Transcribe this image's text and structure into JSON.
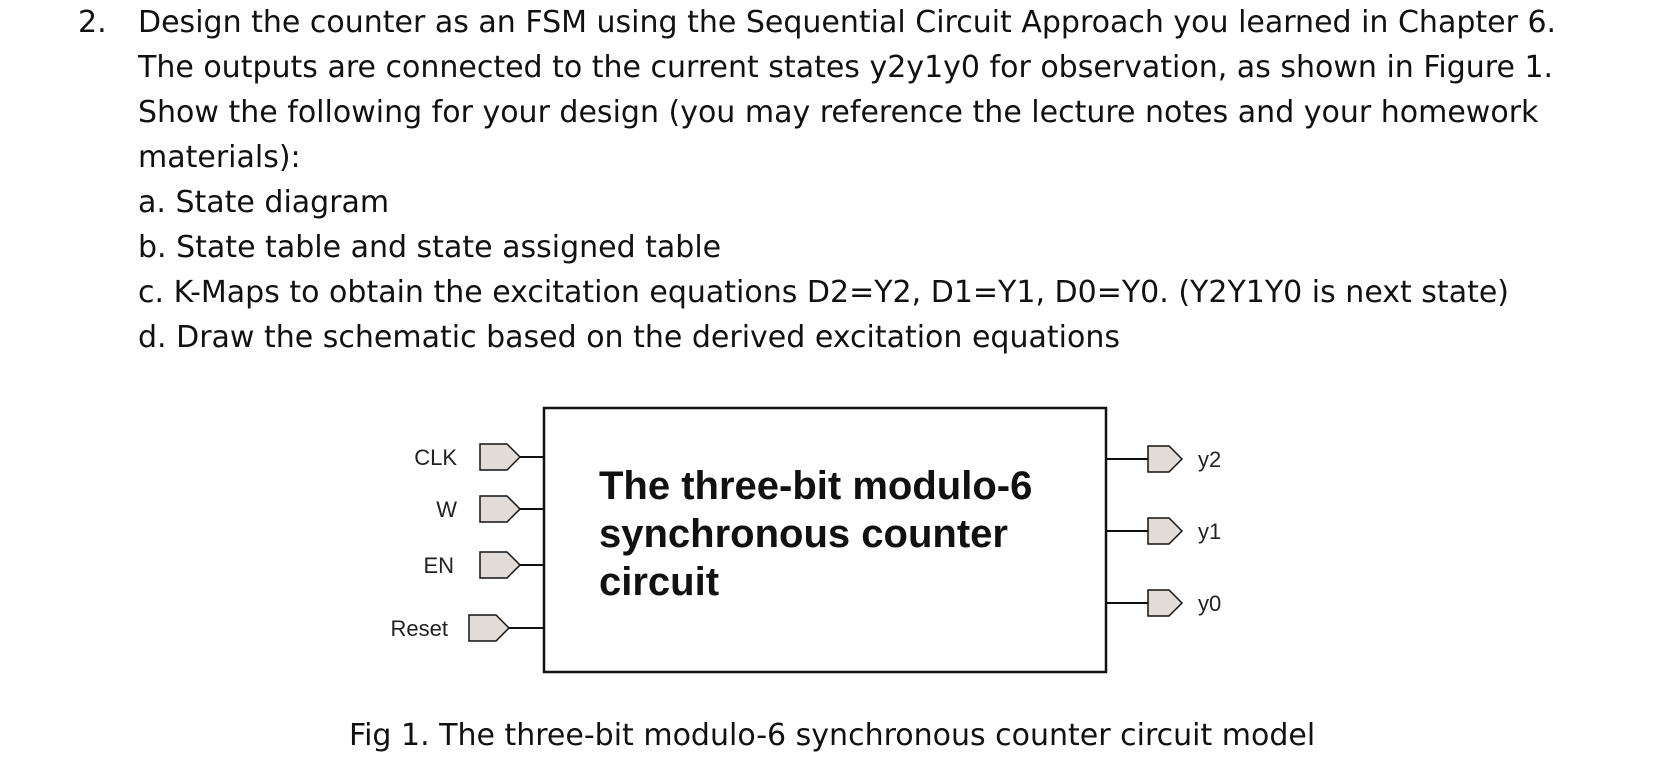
{
  "problem": {
    "number": "2.",
    "intro": "Design the counter as an FSM using the Sequential Circuit Approach you learned in Chapter 6. The outputs are connected to the current states y2y1y0 for observation, as shown in Figure 1. Show the following for your design (you may reference the lecture notes and your homework materials):",
    "items": [
      "a. State diagram",
      "b. State table and state assigned table",
      "c. K-Maps to obtain the excitation equations D2=Y2, D1=Y1, D0=Y0. (Y2Y1Y0 is next state)",
      "d. Draw the schematic based on the derived excitation equations"
    ]
  },
  "figure": {
    "block_label": "The three-bit modulo-6 synchronous counter circuit",
    "inputs": [
      "CLK",
      "W",
      "EN",
      "Reset"
    ],
    "outputs": [
      "y2",
      "y1",
      "y0"
    ],
    "caption": "Fig 1. The three-bit modulo-6 synchronous counter circuit model",
    "colors": {
      "pin_fill": "#e2dcd8",
      "stroke": "#111111"
    }
  }
}
